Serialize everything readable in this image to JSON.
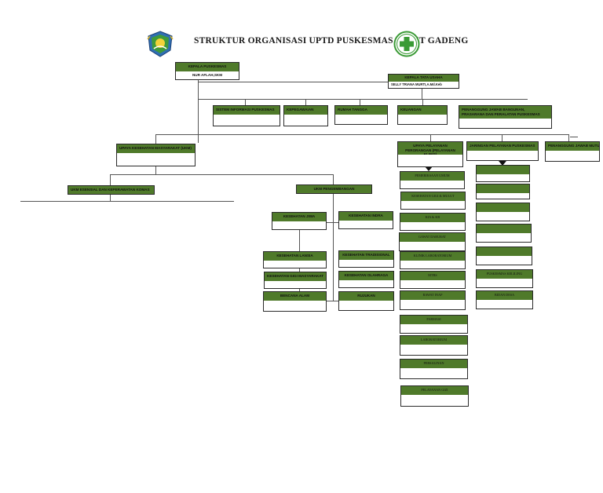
{
  "title": "STRUKTUR ORGANISASI UPTD PUSKESMAS BUKIT GADENG",
  "kepala": {
    "label": "KEPALA PUSKESMAS",
    "name": "NUR AFLAH,SKM"
  },
  "tata_usaha": {
    "label": "KEPALA TATA USAHA",
    "name": "SELLY TRIANA MURTI,A.Md.Keb"
  },
  "tu_units": [
    {
      "label": "SISTEM INFORMASI PUSKESMAS"
    },
    {
      "label": "KEPEGAWAIAN"
    },
    {
      "label": "RUMAH TANGGA"
    },
    {
      "label": "KEUANGAN"
    },
    {
      "label": "PENANGGUNG JAWAB BANGUNAN, PRASARANA DAN PERALATAN PUSKESMAS"
    }
  ],
  "ukm": {
    "label": "UPAYA KESEHATAN MASYARAKAT (UKM)"
  },
  "ukm_esensial": {
    "label": "UKM ESENSIAL DAN KEPERAWATAN KOMAS"
  },
  "ukm_pengembangan": {
    "label": "UKM PENGEMBANGAN"
  },
  "pengembangan_units": [
    {
      "label": "KESEHATAN JIWA"
    },
    {
      "label": "KESEHATAN INDRA"
    },
    {
      "label": "KESEHATAN LANSIA"
    },
    {
      "label": "KESEHATAN TRADISIONAL"
    },
    {
      "label": "KESEHATAN GIGI MASYARAKAT"
    },
    {
      "label": "KESEHATAN OLAHRAGA"
    },
    {
      "label": "BENCANA ALAM"
    },
    {
      "label": "RUJUKAN"
    }
  ],
  "ukp": {
    "label": "UPAYA PELAYANAN PERORANGAN (PELAYANAN KLINIS)"
  },
  "ukp_units": [
    {
      "label": "PEMERIKSAAN UMUM"
    },
    {
      "label": "KESEHATAN GIGI & MULUT"
    },
    {
      "label": "KIA & KB"
    },
    {
      "label": "GAWAT DARURAT"
    },
    {
      "label": "KLINIK LABORATORIUM"
    },
    {
      "label": "MTBS"
    },
    {
      "label": "RAWAT INAP"
    },
    {
      "label": "FARMASI"
    },
    {
      "label": "LABORATORIUM"
    },
    {
      "label": "PERSALINAN"
    },
    {
      "label": "PELAYANAN GIZI"
    }
  ],
  "jaringan": {
    "label": "JARINGAN PELAYANAN PUSKESMAS"
  },
  "jaringan_units": [
    {
      "label": ""
    },
    {
      "label": ""
    },
    {
      "label": ""
    },
    {
      "label": ""
    },
    {
      "label": ""
    },
    {
      "label": "PUSKESMAS KELILING"
    },
    {
      "label": "BIDAN DESA"
    }
  ],
  "mutu": {
    "label": "PENANGGUNG JAWAB MUTU"
  }
}
